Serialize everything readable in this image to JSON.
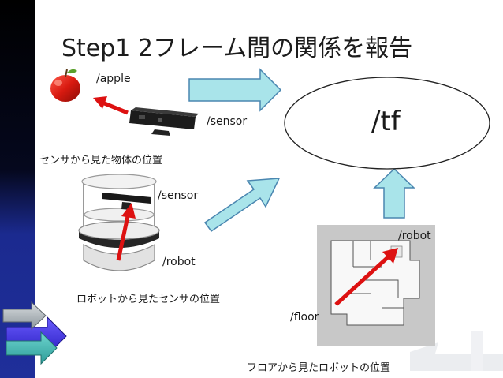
{
  "slide": {
    "title": "Step1 2フレーム間の関係を報告"
  },
  "labels": {
    "apple": "/apple",
    "sensor_kinect": "/sensor",
    "tf": "/tf",
    "sensor_from_object": "センサから見た物体の位置",
    "sensor_robot": "/sensor",
    "robot_base": "/robot",
    "robot_to_sensor": "ロボットから見たセンサの位置",
    "robot_map": "/robot",
    "floor": "/floor",
    "floor_to_robot": "フロアから見たロボットの位置"
  },
  "colors": {
    "left_bar_top": "#000000",
    "left_bar_bottom": "#1f2a8c",
    "arrow_fill": "#a9e4ea",
    "arrow_stroke": "#4a86b0",
    "red_arrow": "#dd1111",
    "map_bg": "#c8c8c8"
  }
}
